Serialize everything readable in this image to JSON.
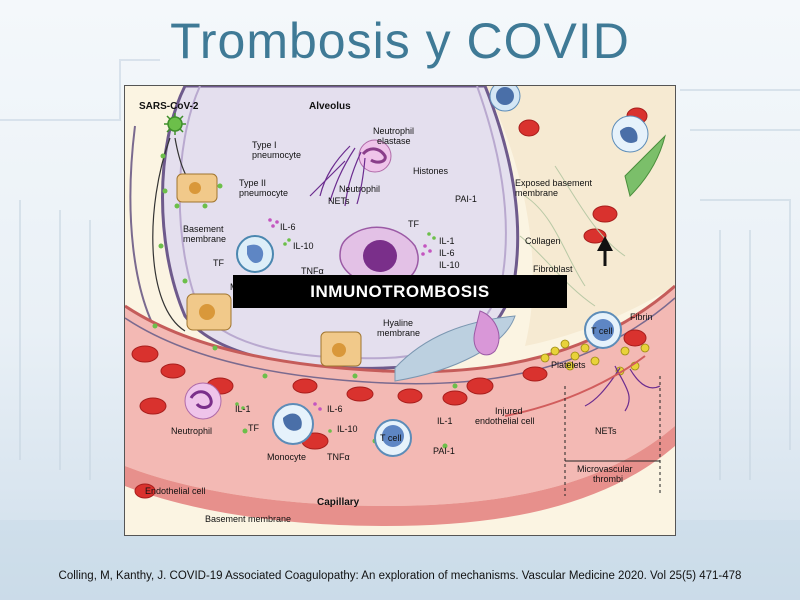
{
  "slide": {
    "title": "Trombosis y COVID",
    "banner": "INMUNOTROMBOSIS",
    "citation": "Colling, M, Kanthy, J. COVID-19 Associated Coagulopathy: An exploration of mechanisms. Vascular Medicine 2020. Vol 25(5) 471-478"
  },
  "labels": {
    "sars": "SARS-CoV-2",
    "alveolus": "Alveolus",
    "type1": "Type I",
    "type1b": "pneumocyte",
    "type2": "Type II",
    "type2b": "pneumocyte",
    "basement1": "Basement",
    "basement1b": "membrane",
    "tf1": "TF",
    "il6a": "IL-6",
    "il10a": "IL-10",
    "tnfa1": "TNFα",
    "m_cell": "M",
    "neut_elastase1": "Neutrophil",
    "neut_elastase2": "elastase",
    "histones": "Histones",
    "neutrophil_top": "Neutrophil",
    "nets_top": "NETs",
    "tf2": "TF",
    "il1a": "IL-1",
    "il6b": "IL-6",
    "il10b": "IL-10",
    "pai1a": "PAI-1",
    "exposed1": "Exposed basement",
    "exposed2": "membrane",
    "collagen": "Collagen",
    "fibroblast": "Fibroblast",
    "hyaline1": "Hyaline",
    "hyaline2": "membrane",
    "fibrin": "Fibrin",
    "tcell_right": "T cell",
    "platelets": "Platelets",
    "nets_right": "NETs",
    "neutrophil_bottom": "Neutrophil",
    "il1b": "IL-1",
    "tf3": "TF",
    "il6c": "IL-6",
    "il10c": "IL-10",
    "monocyte": "Monocyte",
    "tnfa2": "TNFα",
    "tcell_bottom": "T cell",
    "il1c": "IL-1",
    "pai1b": "PAI-1",
    "injured1": "Injured",
    "injured2": "endothelial cell",
    "micro1": "Microvascular",
    "micro2": "thrombi",
    "endothelial": "Endothelial cell",
    "capillary": "Capillary",
    "basement_bottom": "Basement membrane"
  },
  "colors": {
    "title": "#3f7a96",
    "alveolus_fill": "#e4dfee",
    "vessel_fill": "#f3b9b4",
    "rbc": "#d9322e",
    "banner_bg": "#000000",
    "banner_text": "#ffffff"
  }
}
